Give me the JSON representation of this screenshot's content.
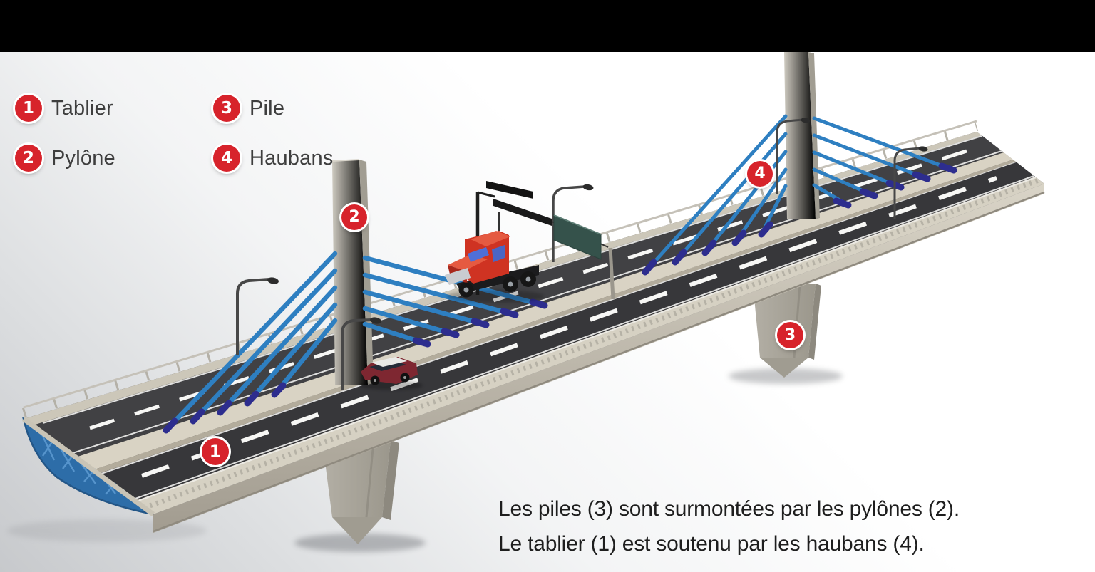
{
  "legend": {
    "items": [
      {
        "number": "1",
        "label": "Tablier"
      },
      {
        "number": "2",
        "label": "Pylône"
      },
      {
        "number": "3",
        "label": "Pile"
      },
      {
        "number": "4",
        "label": "Haubans"
      }
    ]
  },
  "annotations": [
    {
      "number": "1",
      "target": "tablier-deck"
    },
    {
      "number": "2",
      "target": "pylone-pylon"
    },
    {
      "number": "3",
      "target": "pile-pier"
    },
    {
      "number": "4",
      "target": "haubans-cables"
    }
  ],
  "caption": {
    "line1": "Les piles (3) sont surmontées par les pylônes (2).",
    "line2": "Le tablier (1) est soutenu par les haubans (4)."
  },
  "colors": {
    "badge_red": "#d7232b",
    "cable_blue": "#2e7fc1",
    "anchor_navy": "#2d2d8e",
    "asphalt": "#3c3c3e",
    "concrete_beige": "#cfcabd",
    "pylon_gray": "#bcb8ae",
    "sign_green": "#35524b",
    "truck_red": "#cf3322",
    "car_maroon": "#7e2731",
    "top_bar": "#000000"
  }
}
